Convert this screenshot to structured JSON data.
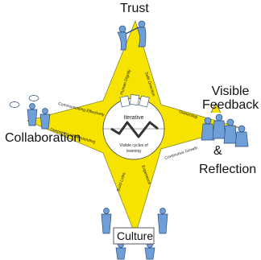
{
  "corners": {
    "trust": "Trust",
    "visible_feedback": "Visible Feedback",
    "reflection_amp": "&",
    "reflection": "Reflection",
    "collaboration": "Collaboration",
    "culture": "Culture"
  },
  "center": {
    "top": "Iterative",
    "bottom_line1": "Visible cycles of",
    "bottom_line2": "learning"
  },
  "arms": {
    "top_left": "Human Dignity",
    "top_right": "Safe Direction",
    "right_top": "Ownership",
    "right_bottom": "Continuous Growth",
    "bottom_right": "Experience",
    "bottom_left": "Build Links",
    "left_bottom": "Deepening Understanding",
    "left_top": "Communicating Effectively"
  },
  "colors": {
    "star_fill": "#f7e300",
    "star_stroke": "#8a8a2a",
    "figure_fill": "#6f9fd8",
    "figure_stroke": "#2f4d7a"
  }
}
